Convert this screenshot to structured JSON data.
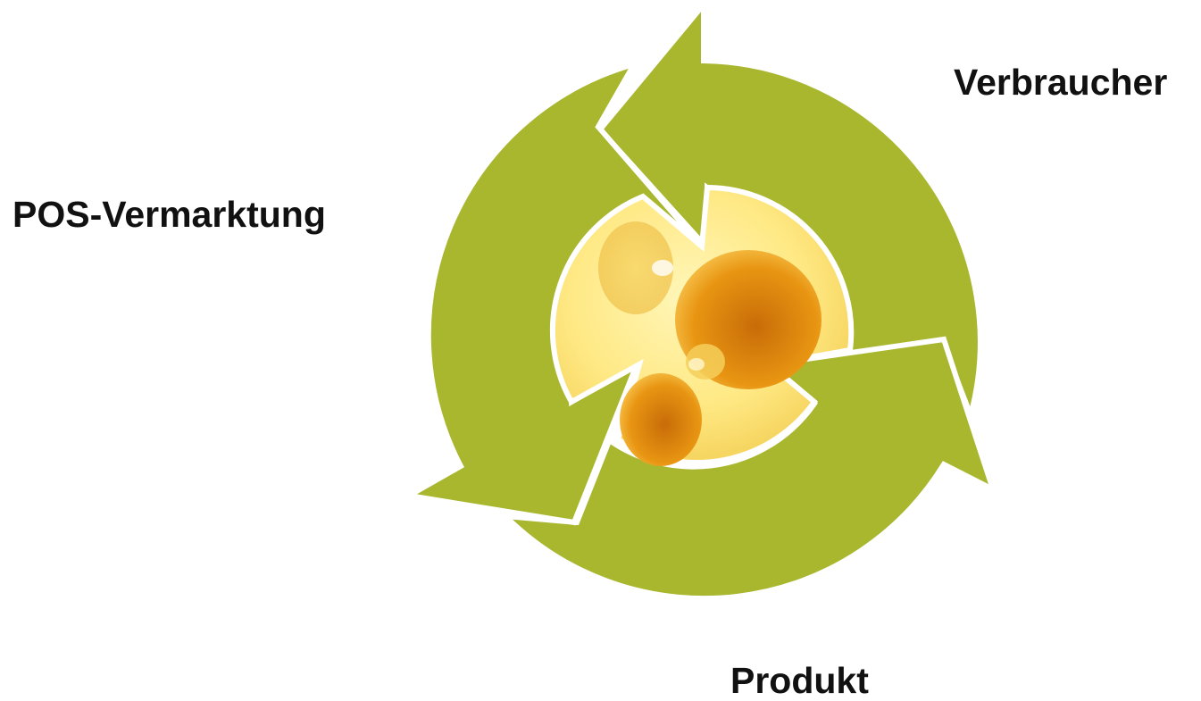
{
  "labels": {
    "consumer": "Verbraucher",
    "pos": "POS-Vermarktung",
    "product": "Produkt"
  },
  "colors": {
    "arrow_green": "#a9b72f",
    "cheese_light": "#ffef9a",
    "cheese_mid": "#f6d760",
    "hole_orange": "#e38f12",
    "hole_dark": "#c8700b",
    "outline": "#ffffff"
  },
  "icons": {
    "center_image": "cheese-icon"
  }
}
